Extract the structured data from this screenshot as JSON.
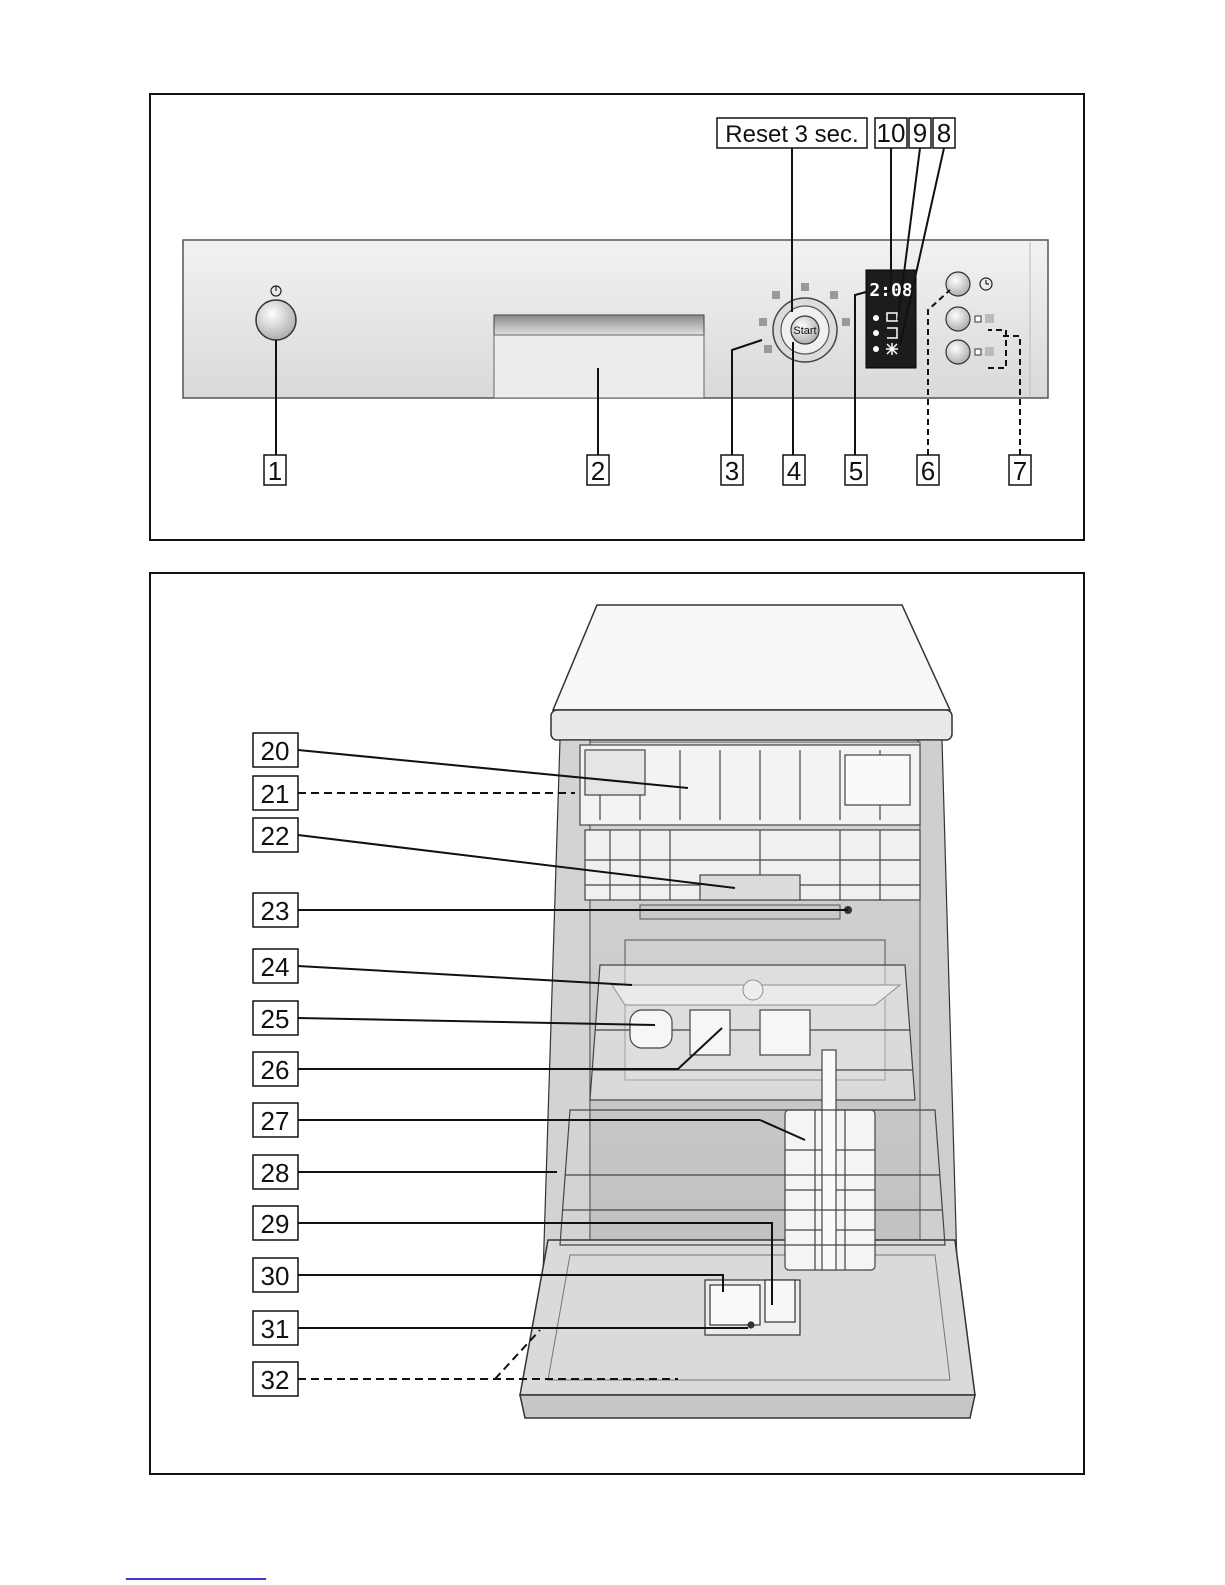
{
  "top_panel": {
    "reset_label": "Reset 3 sec.",
    "start_label": "Start",
    "power_symbol": "Ⓘ",
    "display_text": "2:08",
    "callouts": [
      "1",
      "2",
      "3",
      "4",
      "5",
      "6",
      "7",
      "8",
      "9",
      "10"
    ]
  },
  "bottom_panel": {
    "callouts": [
      "20",
      "21",
      "22",
      "23",
      "24",
      "25",
      "26",
      "27",
      "28",
      "29",
      "30",
      "31",
      "32"
    ]
  },
  "colors": {
    "panel_fill": "#e6e6e6",
    "outline": "#111111",
    "display_bg": "#1c1c1c"
  },
  "icons": [
    "power-icon",
    "timer-icon",
    "start-button-icon"
  ]
}
